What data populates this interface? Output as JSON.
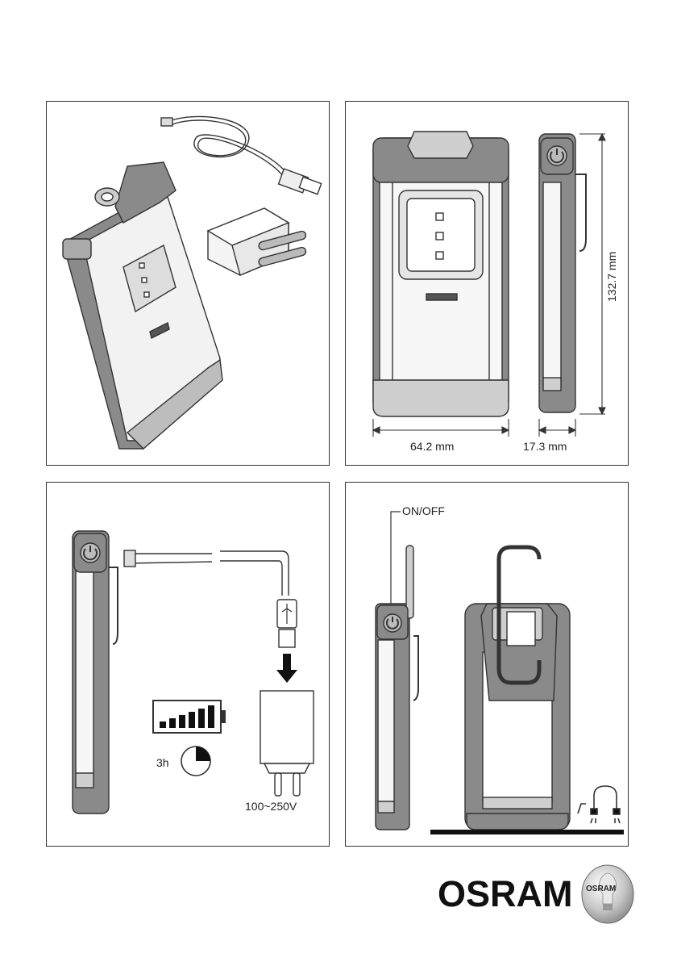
{
  "dimensions": {
    "width": "64.2 mm",
    "depth": "17.3 mm",
    "height": "132.7 mm"
  },
  "charging": {
    "time": "3h",
    "voltage": "100~250V"
  },
  "operation": {
    "power_label": "ON/OFF"
  },
  "brand": {
    "name": "OSRAM",
    "bulb_text": "OSRAM"
  },
  "colors": {
    "device_gray": "#8a8a8a",
    "light_gray": "#d6d6d6",
    "outline": "#333333"
  }
}
